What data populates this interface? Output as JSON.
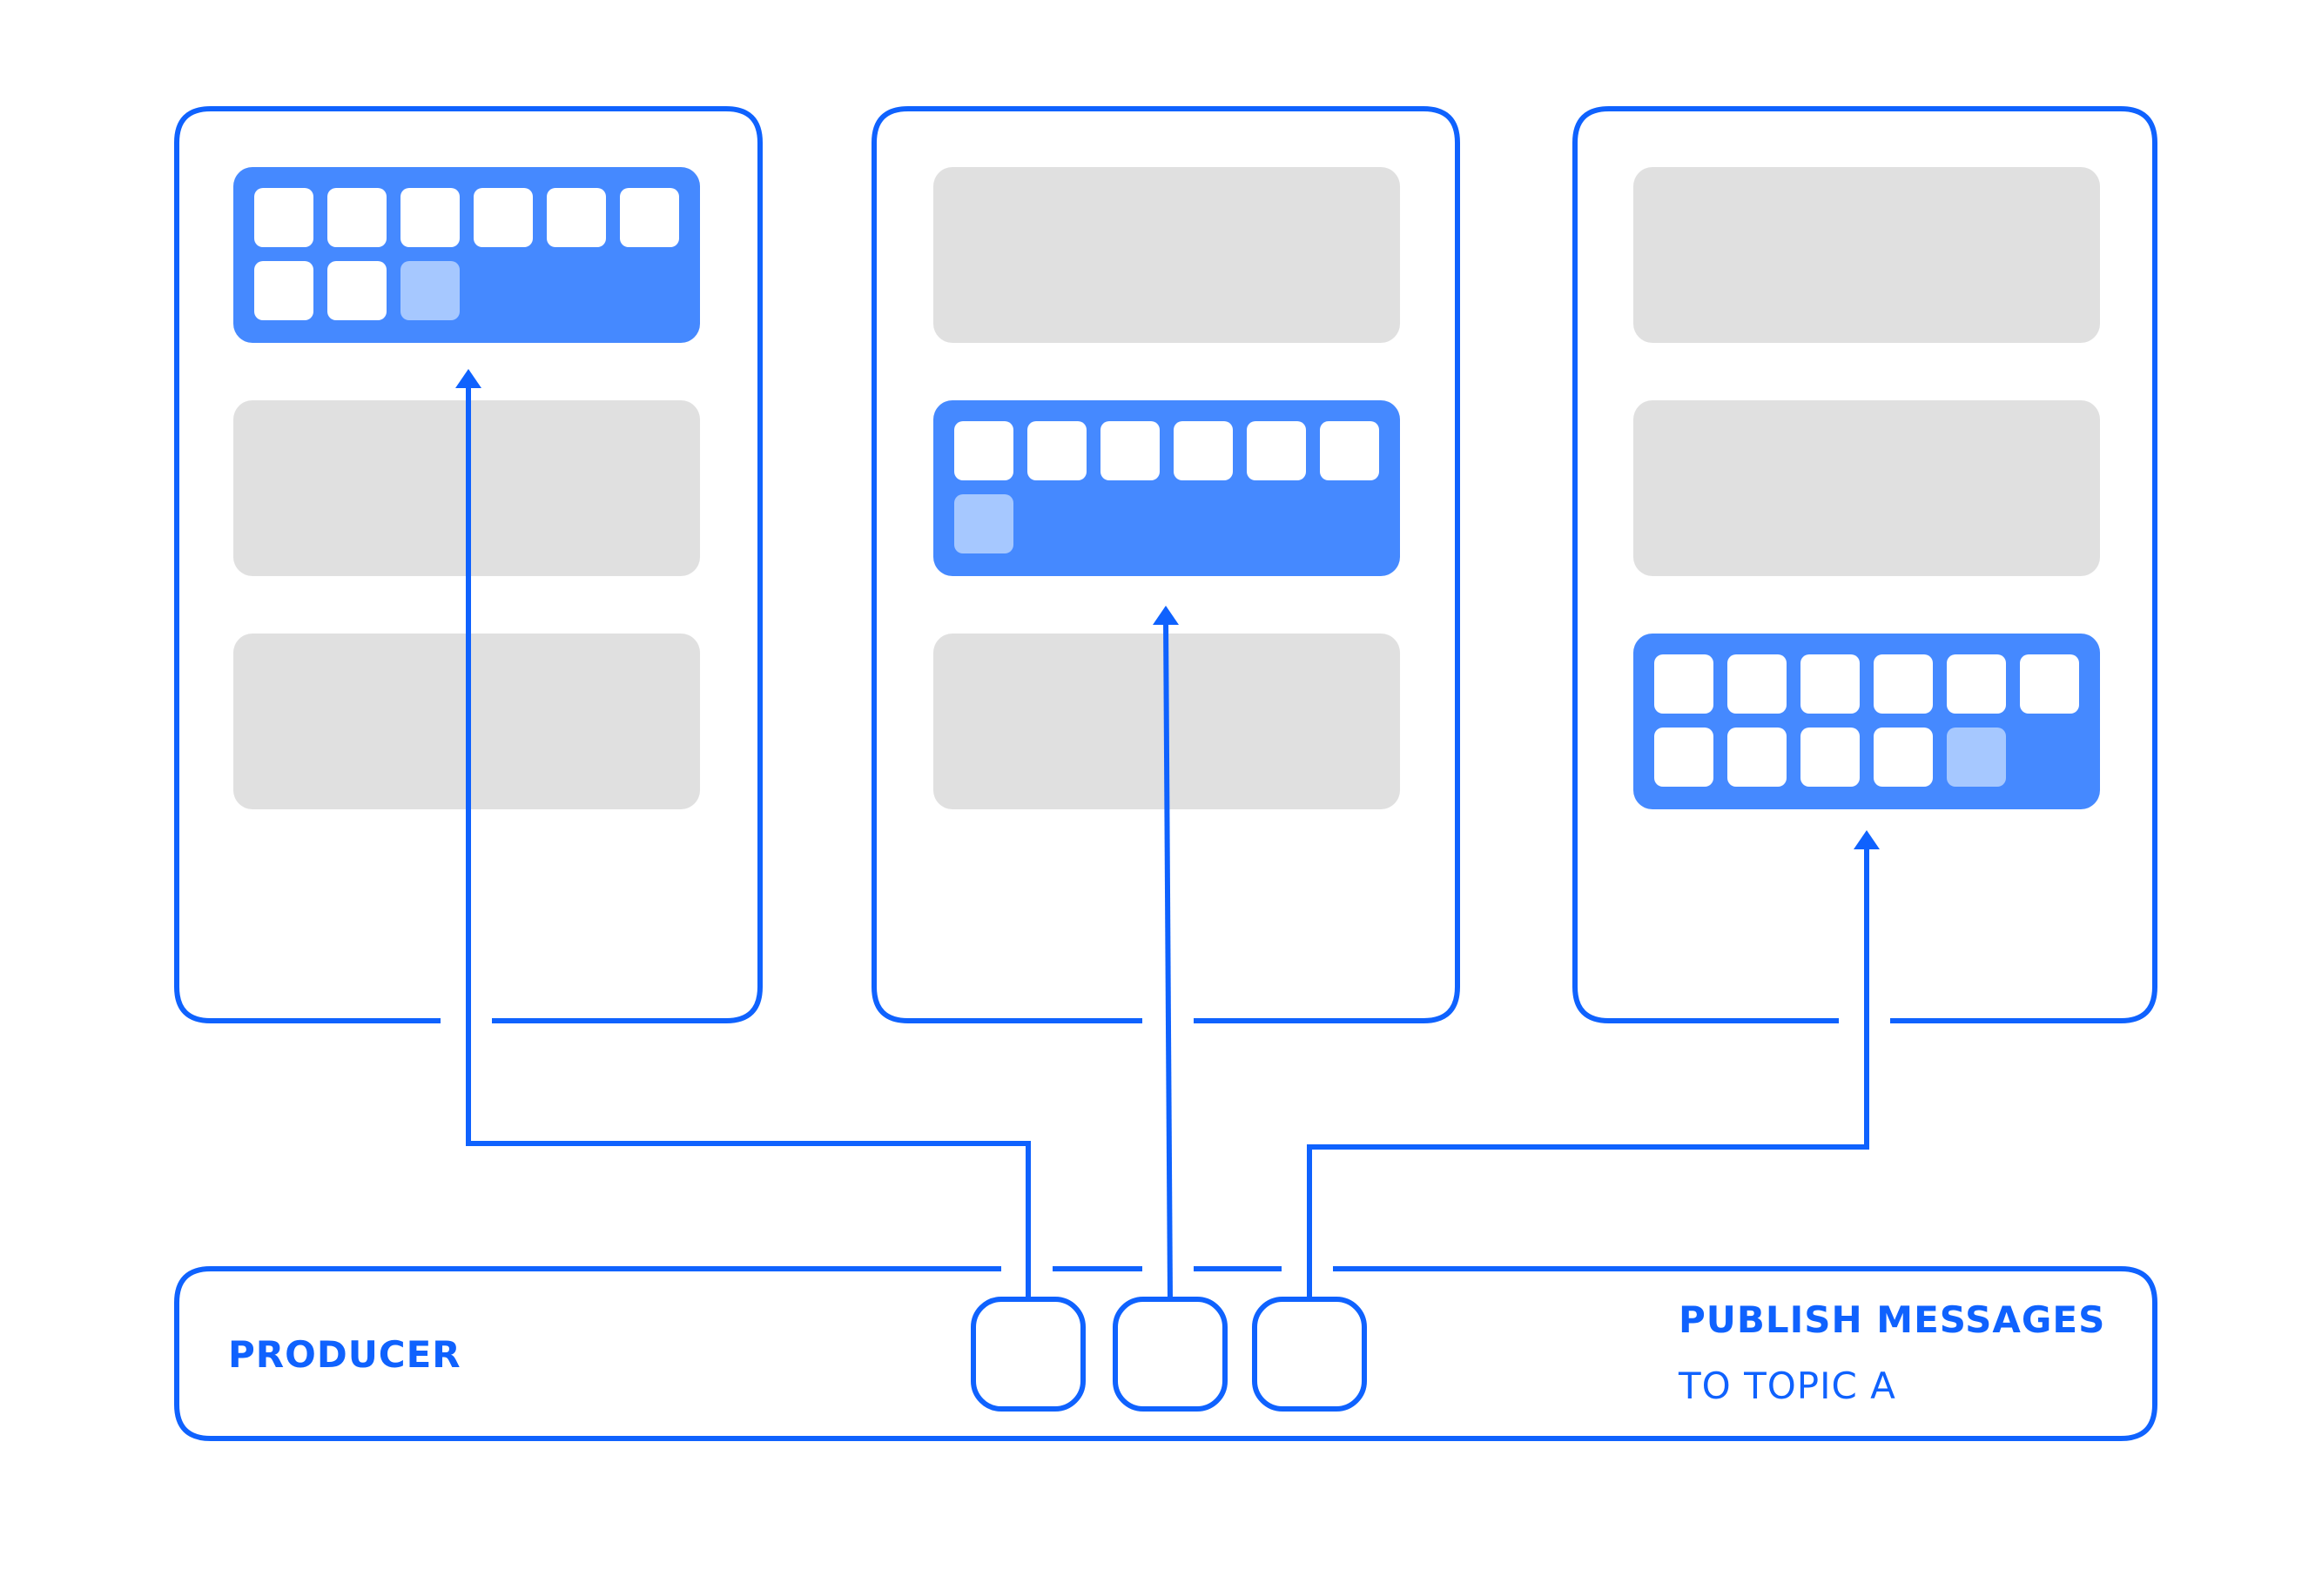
{
  "colors": {
    "accent": "#0f62fe",
    "partition_active": "#4589ff",
    "partition_idle": "#e0e0e0",
    "message_slot": "#ffffff",
    "message_new": "#a6c8ff",
    "background": "#ffffff"
  },
  "producer": {
    "label": "PRODUCER",
    "title": "PUBLISH MESSAGES",
    "subtitle": "TO TOPIC A",
    "outgoing_messages": 3
  },
  "brokers": [
    {
      "active_partition": 1,
      "partition_count": 3,
      "message_count": 9
    },
    {
      "active_partition": 2,
      "partition_count": 3,
      "message_count": 7
    },
    {
      "active_partition": 3,
      "partition_count": 3,
      "message_count": 11
    }
  ]
}
